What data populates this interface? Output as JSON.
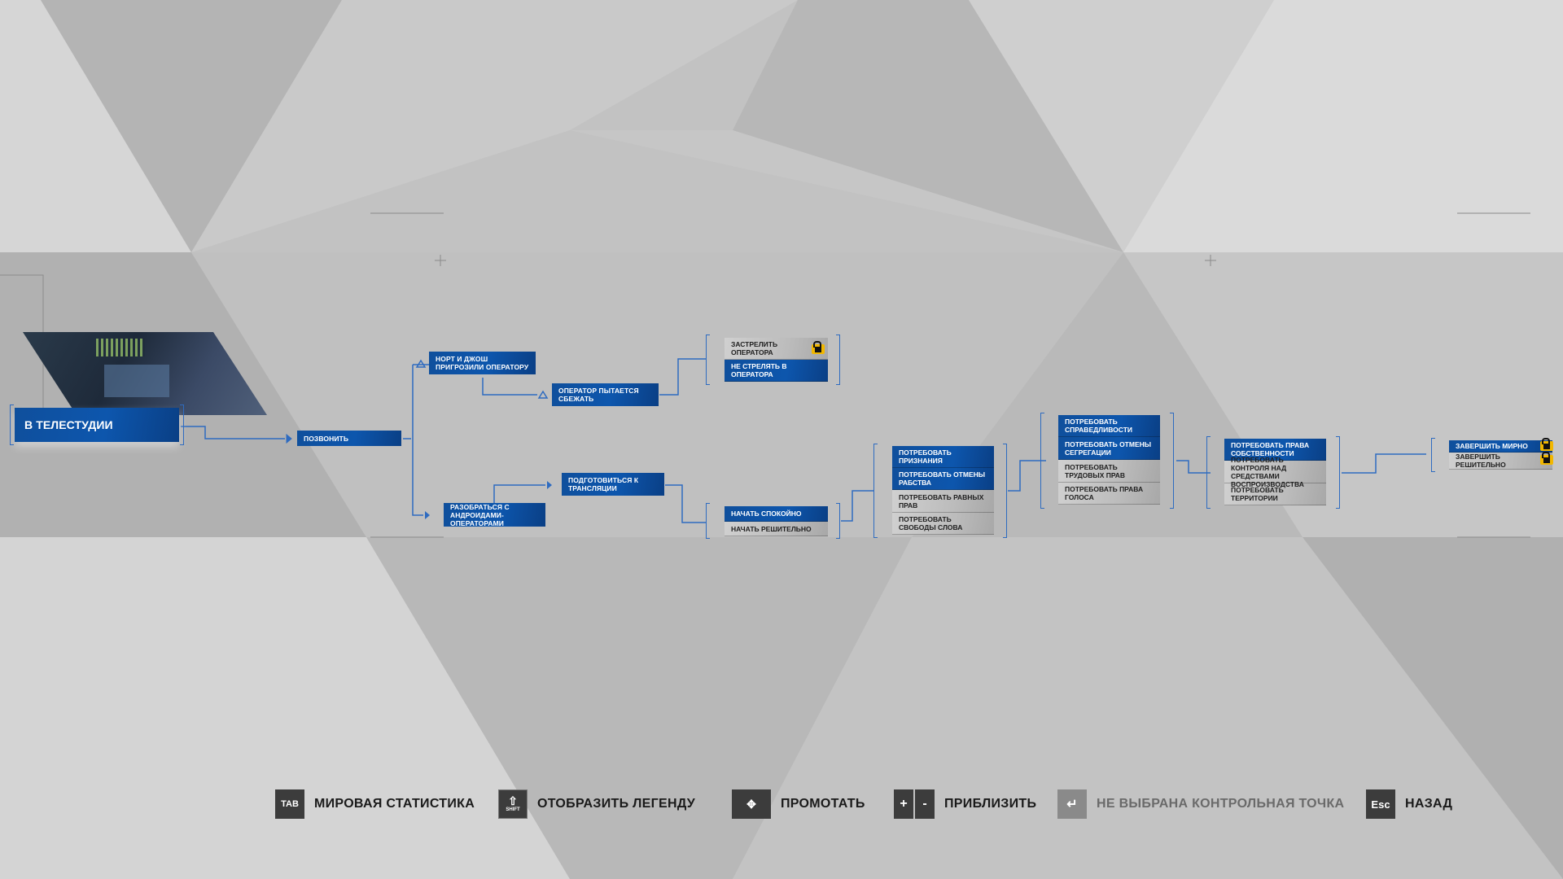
{
  "colors": {
    "node_blue": "#0d56ad",
    "accent_blue": "#2e6bc0",
    "lock_yellow": "#f1b700",
    "background": "#c4c4c4"
  },
  "chapter": {
    "title": "В ТЕЛЕСТУДИИ"
  },
  "nodes": {
    "call": "ПОЗВОНИТЬ",
    "threat": "НОРТ И ДЖОШ ПРИГРОЗИЛИ ОПЕРАТОРУ",
    "escape": "ОПЕРАТОР ПЫТАЕТСЯ СБЕЖАТЬ",
    "deal_androids": "РАЗОБРАТЬСЯ С АНДРОИДАМИ-ОПЕРАТОРАМИ",
    "prepare": "ПОДГОТОВИТЬСЯ К ТРАНСЛЯЦИИ"
  },
  "choice_groups": {
    "operator": [
      {
        "label": "ЗАСТРЕЛИТЬ ОПЕРАТОРА",
        "selected": false,
        "locked": true
      },
      {
        "label": "НЕ СТРЕЛЯТЬ В ОПЕРАТОРА",
        "selected": true,
        "locked": false
      }
    ],
    "start": [
      {
        "label": "НАЧАТЬ СПОКОЙНО",
        "selected": true
      },
      {
        "label": "НАЧАТЬ РЕШИТЕЛЬНО",
        "selected": false
      }
    ],
    "demand1": [
      {
        "label": "ПОТРЕБОВАТЬ ПРИЗНАНИЯ",
        "selected": true
      },
      {
        "label": "ПОТРЕБОВАТЬ ОТМЕНЫ РАБСТВА",
        "selected": true
      },
      {
        "label": "ПОТРЕБОВАТЬ РАВНЫХ ПРАВ",
        "selected": false
      },
      {
        "label": "ПОТРЕБОВАТЬ СВОБОДЫ СЛОВА",
        "selected": false
      }
    ],
    "demand2": [
      {
        "label": "ПОТРЕБОВАТЬ СПРАВЕДЛИВОСТИ",
        "selected": true
      },
      {
        "label": "ПОТРЕБОВАТЬ ОТМЕНЫ СЕГРЕГАЦИИ",
        "selected": true
      },
      {
        "label": "ПОТРЕБОВАТЬ ТРУДОВЫХ ПРАВ",
        "selected": false
      },
      {
        "label": "ПОТРЕБОВАТЬ ПРАВА ГОЛОСА",
        "selected": false
      }
    ],
    "demand3": [
      {
        "label": "ПОТРЕБОВАТЬ ПРАВА СОБСТВЕННОСТИ",
        "selected": true
      },
      {
        "label": "ПОТРЕБОВАТЬ КОНТРОЛЯ НАД СРЕДСТВАМИ ВОСПРОИЗВОДСТВА",
        "selected": false
      },
      {
        "label": "ПОТРЕБОВАТЬ ТЕРРИТОРИИ",
        "selected": false
      }
    ],
    "finish": [
      {
        "label": "ЗАВЕРШИТЬ МИРНО",
        "selected": true,
        "locked": true
      },
      {
        "label": "ЗАВЕРШИТЬ РЕШИТЕЛЬНО",
        "selected": false,
        "locked": true
      }
    ]
  },
  "footer": {
    "world_stats": {
      "key": "TAB",
      "label": "МИРОВАЯ СТАТИСТИКА"
    },
    "legend": {
      "key": "SHIFT",
      "label": "ОТОБРАЗИТЬ ЛЕГЕНДУ"
    },
    "scroll": {
      "key": "move-arrows-icon",
      "label": "ПРОМОТАТЬ"
    },
    "zoom": {
      "key_plus": "+",
      "key_minus": "-",
      "label": "ПРИБЛИЗИТЬ"
    },
    "checkpoint": {
      "key": "enter-icon",
      "label": "НЕ ВЫБРАНА КОНТРОЛЬНАЯ ТОЧКА"
    },
    "back": {
      "key": "Esc",
      "label": "НАЗАД"
    }
  }
}
